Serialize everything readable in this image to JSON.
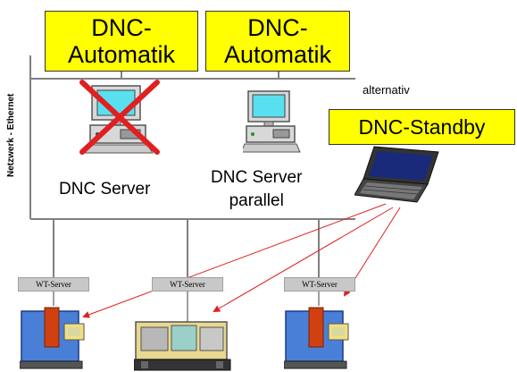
{
  "boxes": {
    "automatik_1": "DNC-\nAutomatik",
    "automatik_2": "DNC-\nAutomatik",
    "standby": "DNC-Standby"
  },
  "network_label": "Netzwerk - Ethernet",
  "alternativ_label": "alternativ",
  "server_1_label": "DNC Server",
  "server_2_label": "DNC Server\nparallel",
  "wt_tags": [
    "WT-Server",
    "WT-Server",
    "WT-Server"
  ],
  "colors": {
    "box_fill": "#ffff00",
    "cross": "#e02020",
    "arrow": "#e02020",
    "line": "#808080"
  },
  "icons": {
    "server_1": "desktop-computer-icon (crossed out)",
    "server_2": "desktop-computer-icon",
    "laptop": "laptop-icon",
    "machines": [
      "cnc-milling-machine-icon",
      "cnc-lathe-icon",
      "cnc-milling-machine-icon"
    ]
  }
}
